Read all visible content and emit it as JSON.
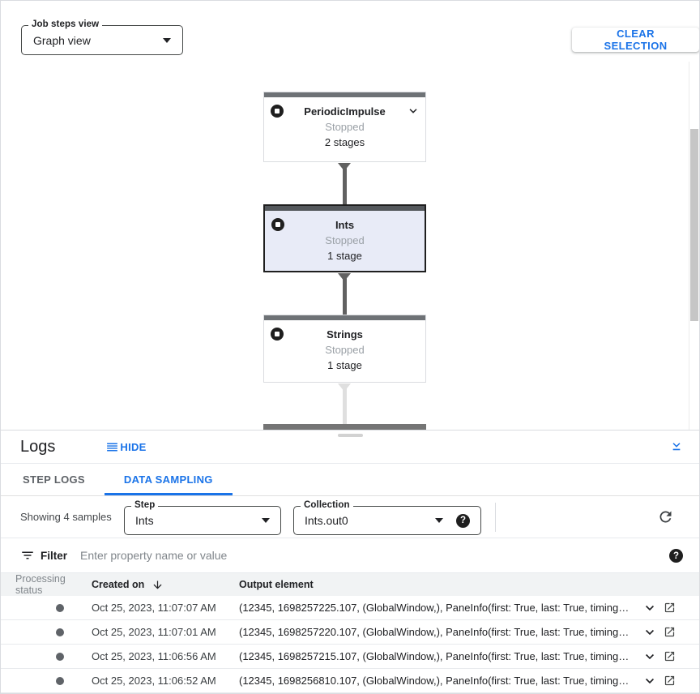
{
  "toolbar": {
    "job_steps_view": {
      "label": "Job steps view",
      "value": "Graph view"
    },
    "clear_selection_label": "CLEAR SELECTION"
  },
  "graph": {
    "nodes": [
      {
        "title": "PeriodicImpulse",
        "status": "Stopped",
        "stages": "2 stages",
        "selected": false
      },
      {
        "title": "Ints",
        "status": "Stopped",
        "stages": "1 stage",
        "selected": true
      },
      {
        "title": "Strings",
        "status": "Stopped",
        "stages": "1 stage",
        "selected": false
      }
    ]
  },
  "logs_panel": {
    "title": "Logs",
    "hide_label": "HIDE",
    "tabs": [
      {
        "label": "STEP LOGS",
        "active": false
      },
      {
        "label": "DATA SAMPLING",
        "active": true
      }
    ],
    "sample_bar": {
      "showing_text": "Showing 4 samples",
      "step": {
        "label": "Step",
        "value": "Ints"
      },
      "collection": {
        "label": "Collection",
        "value": "Ints.out0"
      },
      "help_glyph": "?"
    },
    "filter": {
      "label": "Filter",
      "placeholder": "Enter property name or value",
      "help_glyph": "?"
    },
    "table": {
      "columns": {
        "status": "Processing status",
        "created": "Created on",
        "output": "Output element"
      },
      "rows": [
        {
          "created_on": "Oct 25, 2023, 11:07:07 AM",
          "output_element": "(12345, 1698257225.107, (GlobalWindow,), PaneInfo(first: True, last: True, timing…"
        },
        {
          "created_on": "Oct 25, 2023, 11:07:01 AM",
          "output_element": "(12345, 1698257220.107, (GlobalWindow,), PaneInfo(first: True, last: True, timing…"
        },
        {
          "created_on": "Oct 25, 2023, 11:06:56 AM",
          "output_element": "(12345, 1698257215.107, (GlobalWindow,), PaneInfo(first: True, last: True, timing…"
        },
        {
          "created_on": "Oct 25, 2023, 11:06:52 AM",
          "output_element": "(12345, 1698256810.107, (GlobalWindow,), PaneInfo(first: True, last: True, timing…"
        }
      ]
    }
  },
  "colors": {
    "accent_blue": "#1a73e8",
    "selected_node_bg": "#e8ebf7",
    "node_topbar": "#6e7276",
    "status_gray": "#9aa0a6",
    "table_header_bg": "#f1f3f4"
  }
}
